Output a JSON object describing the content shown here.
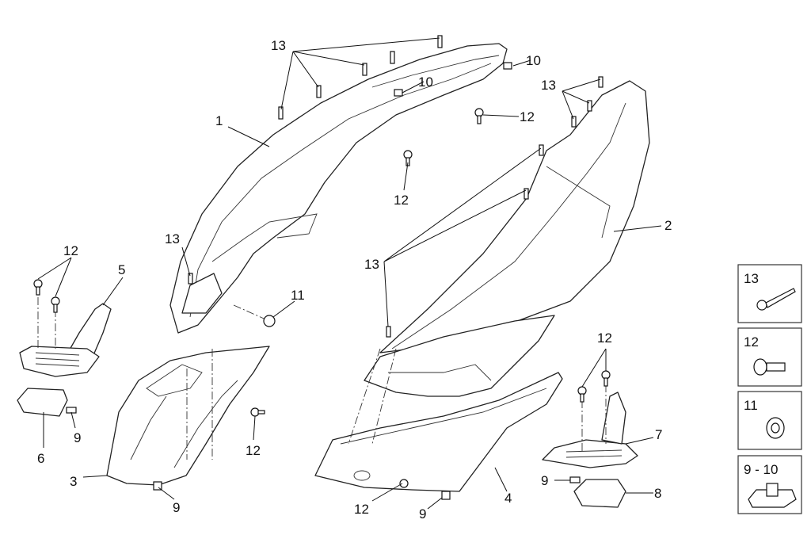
{
  "callouts": {
    "c13_top": "13",
    "c10_right": "10",
    "c10_mid": "10",
    "c1": "1",
    "c12_top_right": "12",
    "c12_top_mid": "12",
    "c13_right": "13",
    "c2": "2",
    "c13_left": "13",
    "c12_left": "12",
    "c5": "5",
    "c11": "11",
    "c13_mid": "13",
    "c12_right": "12",
    "c9_left": "9",
    "c6": "6",
    "c12_center": "12",
    "c7": "7",
    "c3": "3",
    "c9_center": "9",
    "c9_right": "9",
    "c8": "8",
    "c12_bottom": "12",
    "c9_bottom": "9",
    "c4": "4"
  },
  "legend": [
    {
      "label": "13",
      "icon": "tapping-screw-icon"
    },
    {
      "label": "12",
      "icon": "flange-screw-icon"
    },
    {
      "label": "11",
      "icon": "washer-icon"
    },
    {
      "label": "9 - 10",
      "icon": "clip-nut-icon"
    }
  ]
}
